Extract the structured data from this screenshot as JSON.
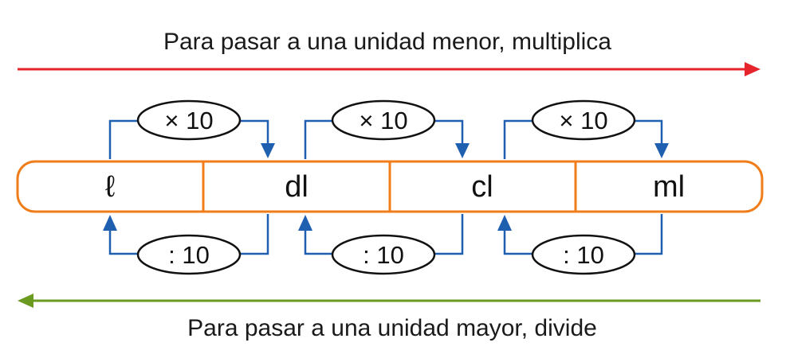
{
  "top_caption": "Para pasar a una unidad menor, multiplica",
  "bottom_caption": "Para pasar a una unidad mayor, divide",
  "units": [
    "ℓ",
    "dl",
    "cl",
    "ml"
  ],
  "multiply_label": "× 10",
  "divide_label": ": 10",
  "colors": {
    "multiply_arrow": "#e5242b",
    "divide_arrow": "#6a9a1f",
    "unit_bar_border": "#f07d1a",
    "connector": "#1f5fb0",
    "ellipse_border": "#111111",
    "text": "#111111"
  }
}
